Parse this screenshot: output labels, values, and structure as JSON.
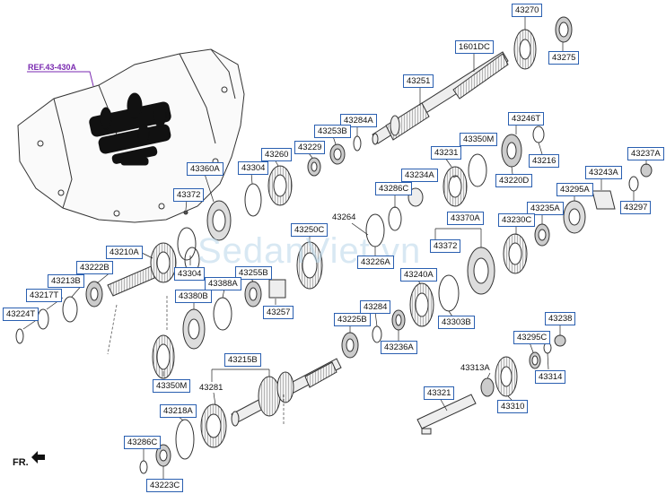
{
  "diagram": {
    "reference": "REF.43-430A",
    "direction_label": "FR.",
    "watermark": "SedanViet.vn",
    "labels": {
      "p43270": "43270",
      "p43275": "43275",
      "p1601DC": "1601DC",
      "p43251": "43251",
      "p43284A": "43284A",
      "p43253B": "43253B",
      "p43229": "43229",
      "p43260": "43260",
      "p43304a": "43304",
      "p43360A": "43360A",
      "p43372a": "43372",
      "p43350Ma": "43350M",
      "p43246T": "43246T",
      "p43216": "43216",
      "p43220D": "43220D",
      "p43231": "43231",
      "p43234A": "43234A",
      "p43286Ca": "43286C",
      "p43243A": "43243A",
      "p43237A": "43237A",
      "p43295A": "43295A",
      "p43297": "43297",
      "p43235A": "43235A",
      "p43230C": "43230C",
      "p43370A": "43370A",
      "p43372b": "43372",
      "p43250C": "43250C",
      "p43264": "43264",
      "p43226A": "43226A",
      "p43210A": "43210A",
      "p43222B": "43222B",
      "p43213B": "43213B",
      "p43217T": "43217T",
      "p43224T": "43224T",
      "p43304b": "43304",
      "p43255B": "43255B",
      "p43388A": "43388A",
      "p43380B": "43380B",
      "p43257": "43257",
      "p43240A": "43240A",
      "p43303B": "43303B",
      "p43284": "43284",
      "p43225B": "43225B",
      "p43236A": "43236A",
      "p43238": "43238",
      "p43295C": "43295C",
      "p43314": "43314",
      "p43313A": "43313A",
      "p43310": "43310",
      "p43321": "43321",
      "p43215B": "43215B",
      "p43281": "43281",
      "p43350Mb": "43350M",
      "p43218A": "43218A",
      "p43286Cb": "43286C",
      "p43223C": "43223C"
    }
  },
  "colors": {
    "label_border": "#2a5fb0",
    "reference_text": "#7a2ab0",
    "watermark": "#b9d7ea",
    "line": "#222222"
  }
}
